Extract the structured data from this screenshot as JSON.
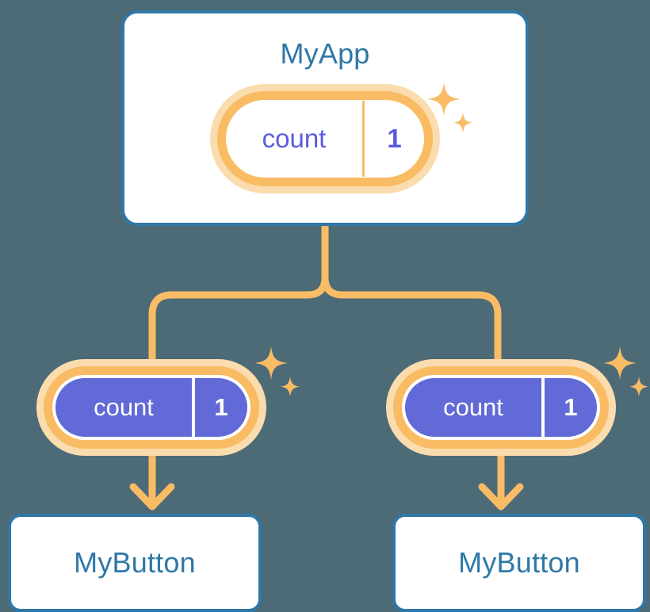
{
  "diagram": {
    "title_text": "MyApp",
    "background_color": "#4d6a77",
    "card_border_color": "#2f78a8",
    "card_text_color": "#2f78a8",
    "accent_orange": "#f9bc64",
    "accent_orange_pale": "#fbdcae",
    "state_purple": "#616ad6",
    "state_text_purple": "#5b5be0"
  },
  "root": {
    "name": "MyApp",
    "state": {
      "key": "count",
      "value": "1"
    }
  },
  "consumers": [
    {
      "name": "MyButton",
      "state": {
        "key": "count",
        "value": "1"
      }
    },
    {
      "name": "MyButton",
      "state": {
        "key": "count",
        "value": "1"
      }
    }
  ],
  "icons": {
    "sparkle_large": "sparkle-icon",
    "sparkle_small": "sparkle-small-icon",
    "arrow_down": "arrow-down-icon",
    "branch": "branch-connector-icon"
  }
}
